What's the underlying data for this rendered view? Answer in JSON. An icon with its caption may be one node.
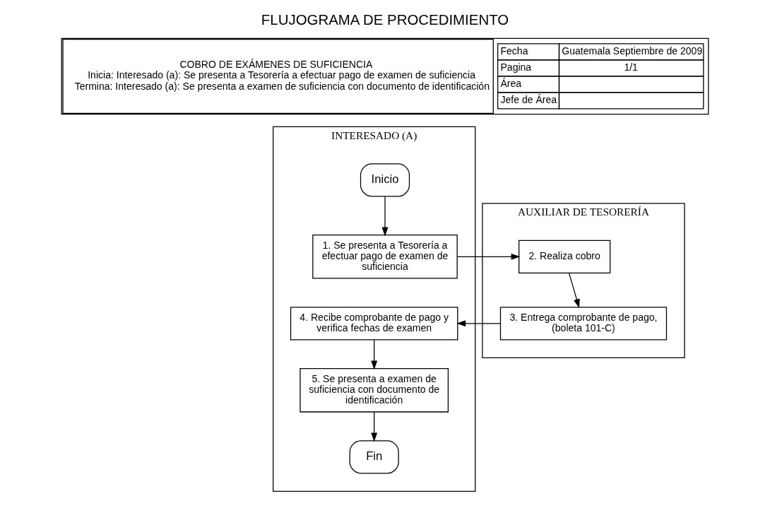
{
  "diagram": {
    "title": "FLUJOGRAMA DE PROCEDIMIENTO",
    "nodes": [
      {
        "text": [
          "INTERESADO (A)"
        ]
      },
      {
        "text": [
          "AUXILIAR DE TESORERÍA"
        ]
      },
      {
        "text": [
          "Inicio"
        ],
        "in": 0
      },
      {
        "text": [
          "1. Se presenta a Tesorería a efectuar pago de examen de suficiencia"
        ],
        "in": 0
      },
      {
        "text": [
          "2. Realiza cobro"
        ],
        "in": 1
      },
      {
        "text": [
          "3. Entrega comprobante de pago, (boleta 101-C)"
        ],
        "in": 1
      },
      {
        "text": [
          "4. Recibe comprobante de pago y verifica fechas de examen"
        ],
        "in": 0
      },
      {
        "text": [
          "5. Se presenta a examen de suficiencia con documento de identificación"
        ],
        "in": 0
      },
      {
        "text": [
          "Fin"
        ],
        "in": 0
      }
    ],
    "edges": [
      {
        "from": 2,
        "to": 3,
        "arrow": "to"
      },
      {
        "from": 3,
        "to": 4,
        "arrow": "to"
      },
      {
        "from": 4,
        "to": 5,
        "arrow": "to"
      },
      {
        "from": 5,
        "to": 6,
        "arrow": "to"
      },
      {
        "from": 6,
        "to": 7,
        "arrow": "to"
      },
      {
        "from": 7,
        "to": 8,
        "arrow": "to"
      }
    ],
    "labels": [
      "COBRO DE EXÁMENES DE SUFICIENCIA",
      "Inicia: Interesado (a): Se presenta a Tesorería a efectuar pago de examen de suficiencia",
      "Termina: Interesado (a): Se presenta a examen de suficiencia con documento de identificación",
      "Fecha",
      "Guatemala Septiembre de 2009",
      "Pagina",
      "1/1",
      "Área",
      "Jefe de Área"
    ]
  }
}
